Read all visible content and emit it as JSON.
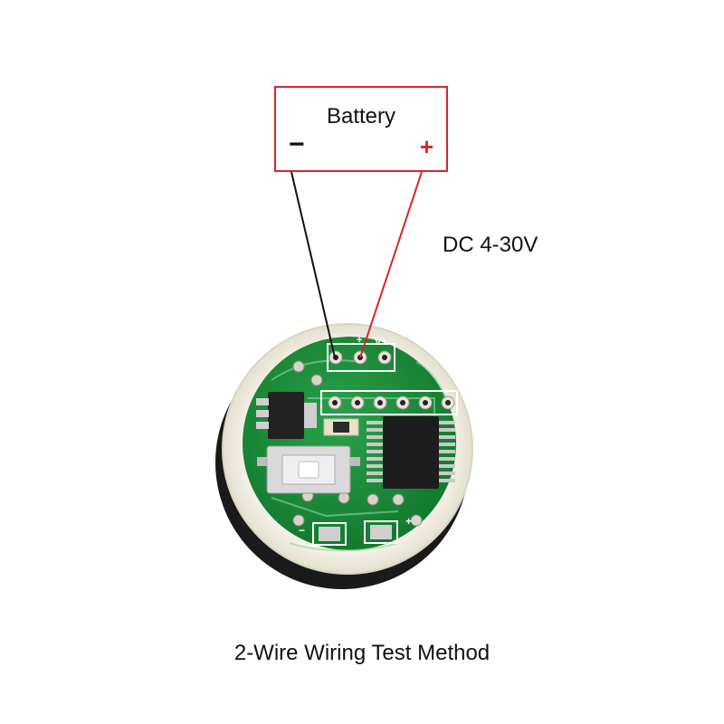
{
  "battery": {
    "label": "Battery",
    "negative_symbol": "−",
    "positive_symbol": "+"
  },
  "supply": {
    "voltage_label": "DC 4-30V"
  },
  "board": {
    "pin_labels": [
      "−",
      "+",
      "V+"
    ],
    "corner_labels": [
      "−",
      "+"
    ]
  },
  "caption": "2-Wire Wiring Test Method",
  "colors": {
    "frame": "#d7262b",
    "wire_negative": "#111111",
    "wire_positive": "#d7262b",
    "pcb": "#1f8a3a",
    "housing": "#f4f2e6"
  }
}
